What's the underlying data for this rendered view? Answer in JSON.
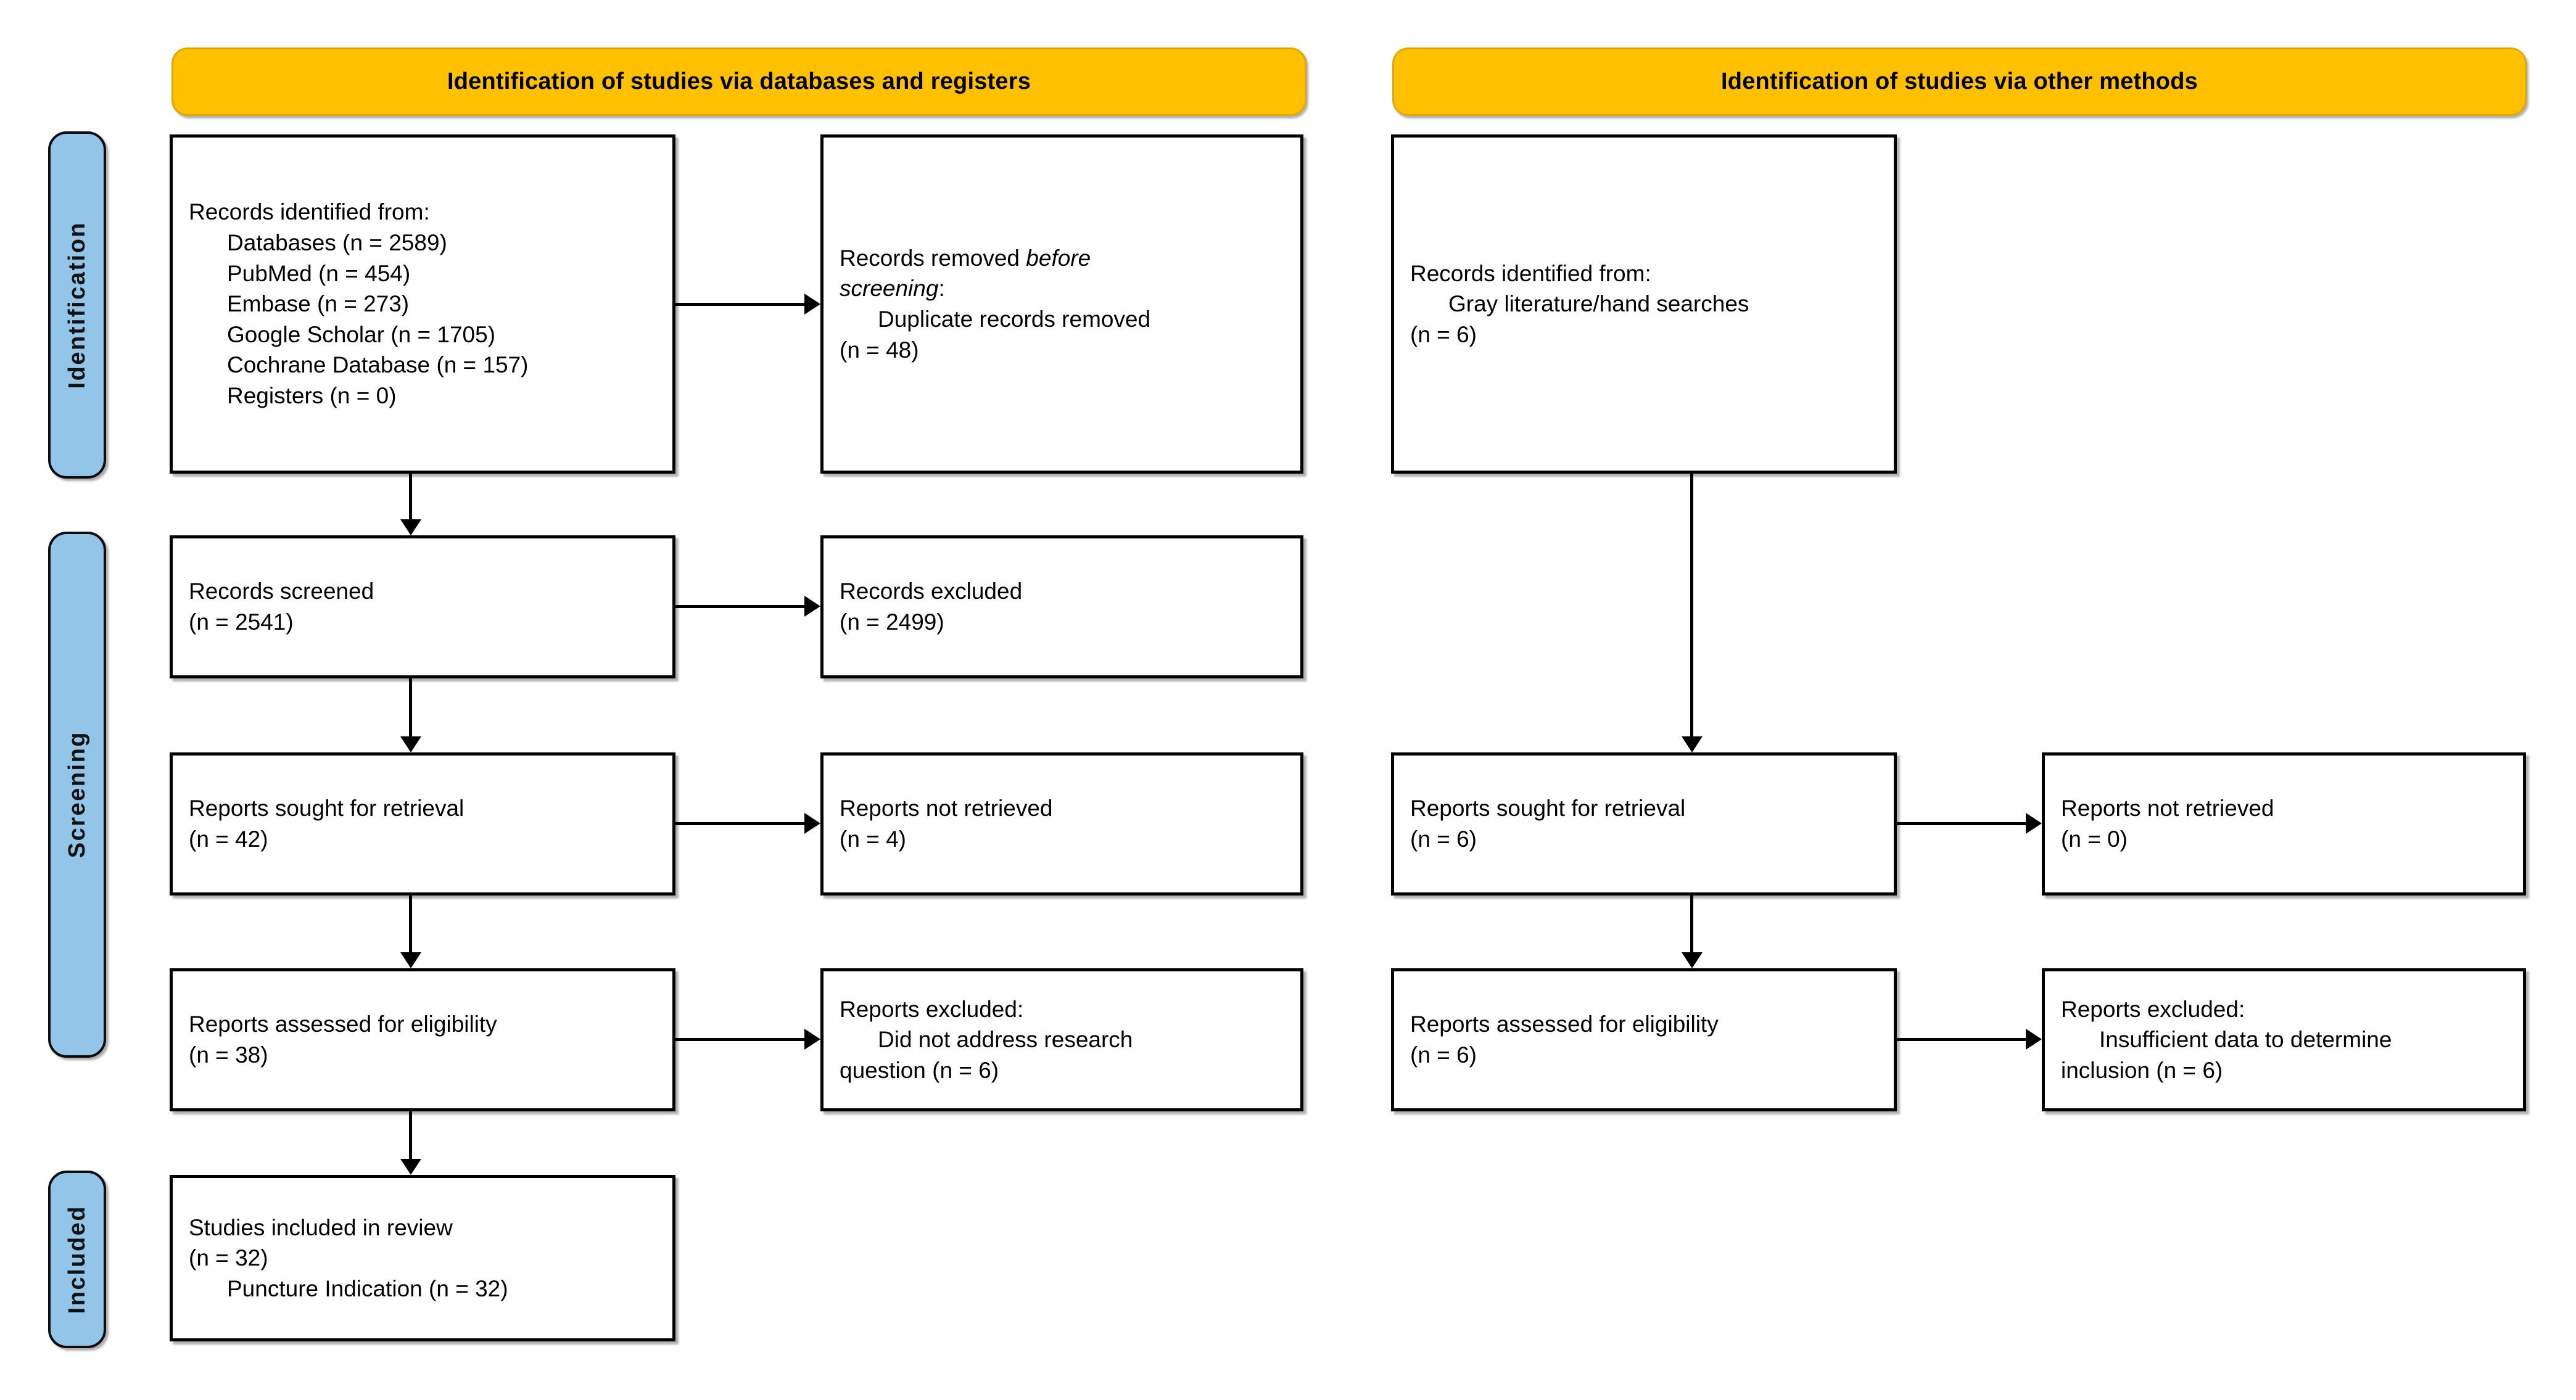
{
  "diagram": {
    "type": "PRISMA 2020 flow diagram",
    "headers": {
      "left": "Identification of studies via databases and registers",
      "right": "Identification of studies via other methods"
    },
    "stages": {
      "identification": "Identification",
      "screening": "Screening",
      "included": "Included"
    },
    "colors": {
      "header_fill": "#FFC000",
      "header_border": "#E0A800",
      "stage_fill": "#92C5E8",
      "box_border": "#000000",
      "background": "#FFFFFF"
    },
    "left_column": {
      "identified": {
        "title": "Records identified from:",
        "items": [
          "Databases (n = 2589)",
          "PubMed (n = 454)",
          "Embase (n = 273)",
          "Google Scholar (n = 1705)",
          "Cochrane Database (n = 157)",
          "Registers (n = 0)"
        ]
      },
      "removed": {
        "line1_a": "Records removed ",
        "line1_em": "before",
        "line2_em": "screening",
        "line2_b": ":",
        "item": "Duplicate records removed",
        "count": "(n = 48)"
      },
      "screened": {
        "label": "Records screened",
        "count": "(n = 2541)"
      },
      "excluded": {
        "label": "Records excluded",
        "count": "(n = 2499)"
      },
      "sought": {
        "label": "Reports sought for retrieval",
        "count": "(n = 42)"
      },
      "notretrieved": {
        "label": "Reports not retrieved",
        "count": "(n = 4)"
      },
      "assessed": {
        "label": "Reports assessed for eligibility",
        "count": "(n = 38)"
      },
      "reports_excluded": {
        "title": "Reports excluded:",
        "reason_line1": "Did not address research",
        "reason_line2": "question (n = 6)"
      },
      "included": {
        "label": "Studies included in review",
        "count": "(n = 32)",
        "detail": "Puncture Indication (n = 32)"
      }
    },
    "right_column": {
      "identified": {
        "title": "Records identified from:",
        "item": "Gray literature/hand searches",
        "count": "(n = 6)"
      },
      "sought": {
        "label": "Reports sought for retrieval",
        "count": "(n = 6)"
      },
      "notretrieved": {
        "label": "Reports not retrieved",
        "count": "(n = 0)"
      },
      "assessed": {
        "label": "Reports assessed for eligibility",
        "count": "(n = 6)"
      },
      "reports_excluded": {
        "title": "Reports excluded:",
        "reason_line1": "Insufficient data to determine",
        "reason_line2": "inclusion (n = 6)"
      }
    }
  }
}
